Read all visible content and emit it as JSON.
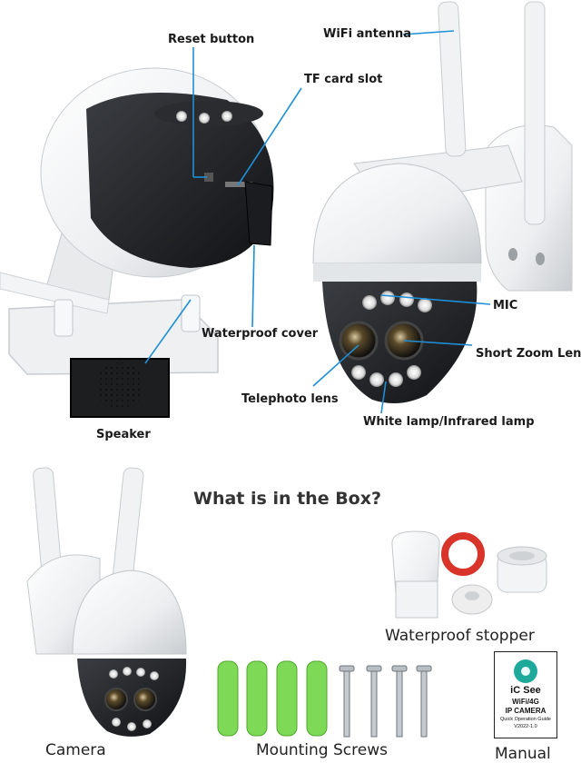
{
  "callouts": {
    "reset_button": "Reset button",
    "wifi_antenna": "WiFi antenna",
    "tf_card_slot": "TF card slot",
    "waterproof_cover": "Waterproof cover",
    "mic": "MIC",
    "short_zoom_lens": "Short Zoom Lens",
    "telephoto_lens": "Telephoto lens",
    "speaker": "Speaker",
    "white_lamp": "White lamp/Infrared lamp"
  },
  "box": {
    "heading": "What is in the Box?",
    "camera": "Camera",
    "waterproof_stopper": "Waterproof  stopper",
    "mounting_screws": "Mounting Screws",
    "manual": "Manual"
  },
  "manual_booklet": {
    "brand": "iC See",
    "line1": "WiFi/4G",
    "line2": "IP CAMERA",
    "line3": "Quick Operation Guide",
    "version": "V2022-1.0"
  },
  "colors": {
    "callout_line": "#1e8fd6",
    "plug_green": "#7ed957",
    "ring_red": "#d8342a",
    "manual_teal": "#1fa99a"
  }
}
